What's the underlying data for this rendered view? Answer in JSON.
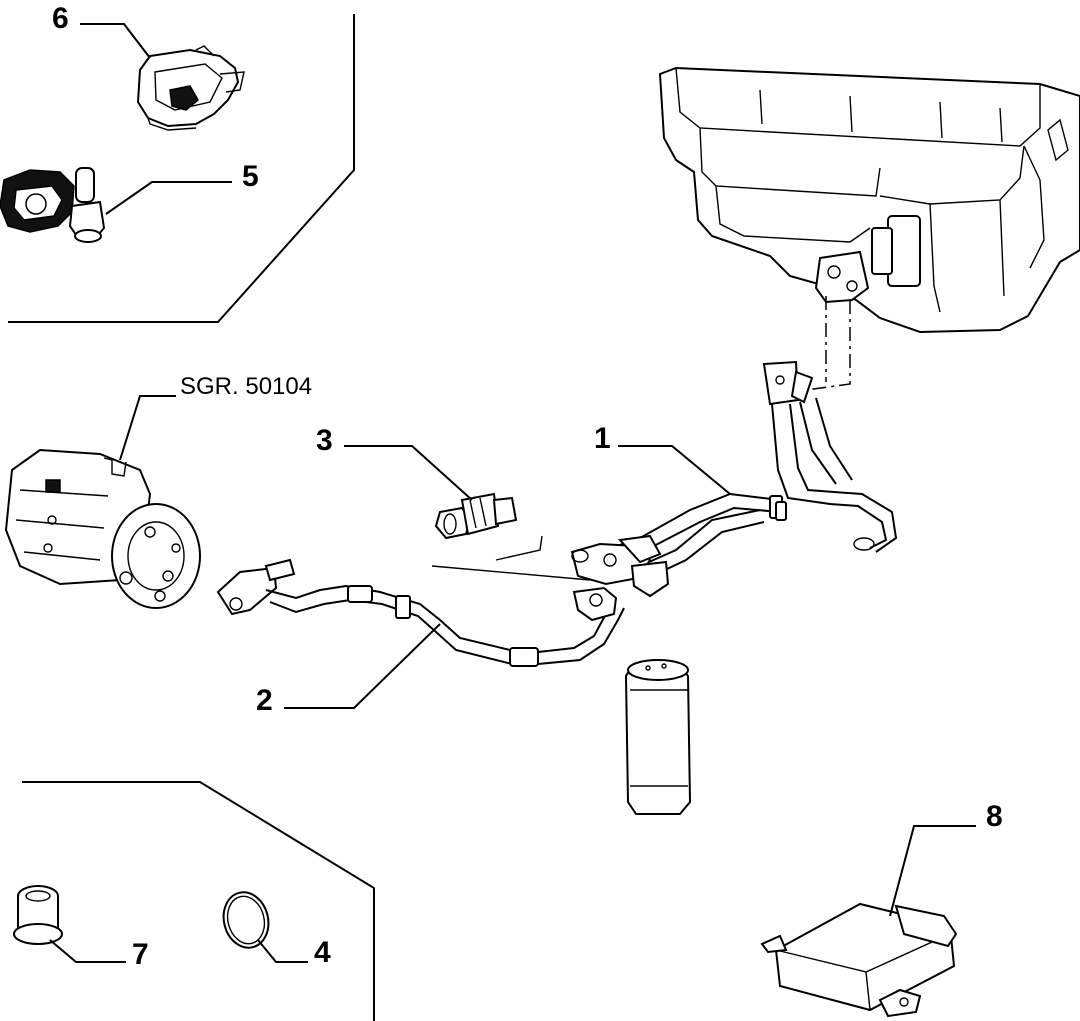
{
  "callouts": {
    "part_1": "1",
    "part_2": "2",
    "part_3": "3",
    "part_4": "4",
    "part_5": "5",
    "part_6": "6",
    "part_7": "7",
    "part_8": "8",
    "compressor_ref": "SGR. 50104"
  }
}
